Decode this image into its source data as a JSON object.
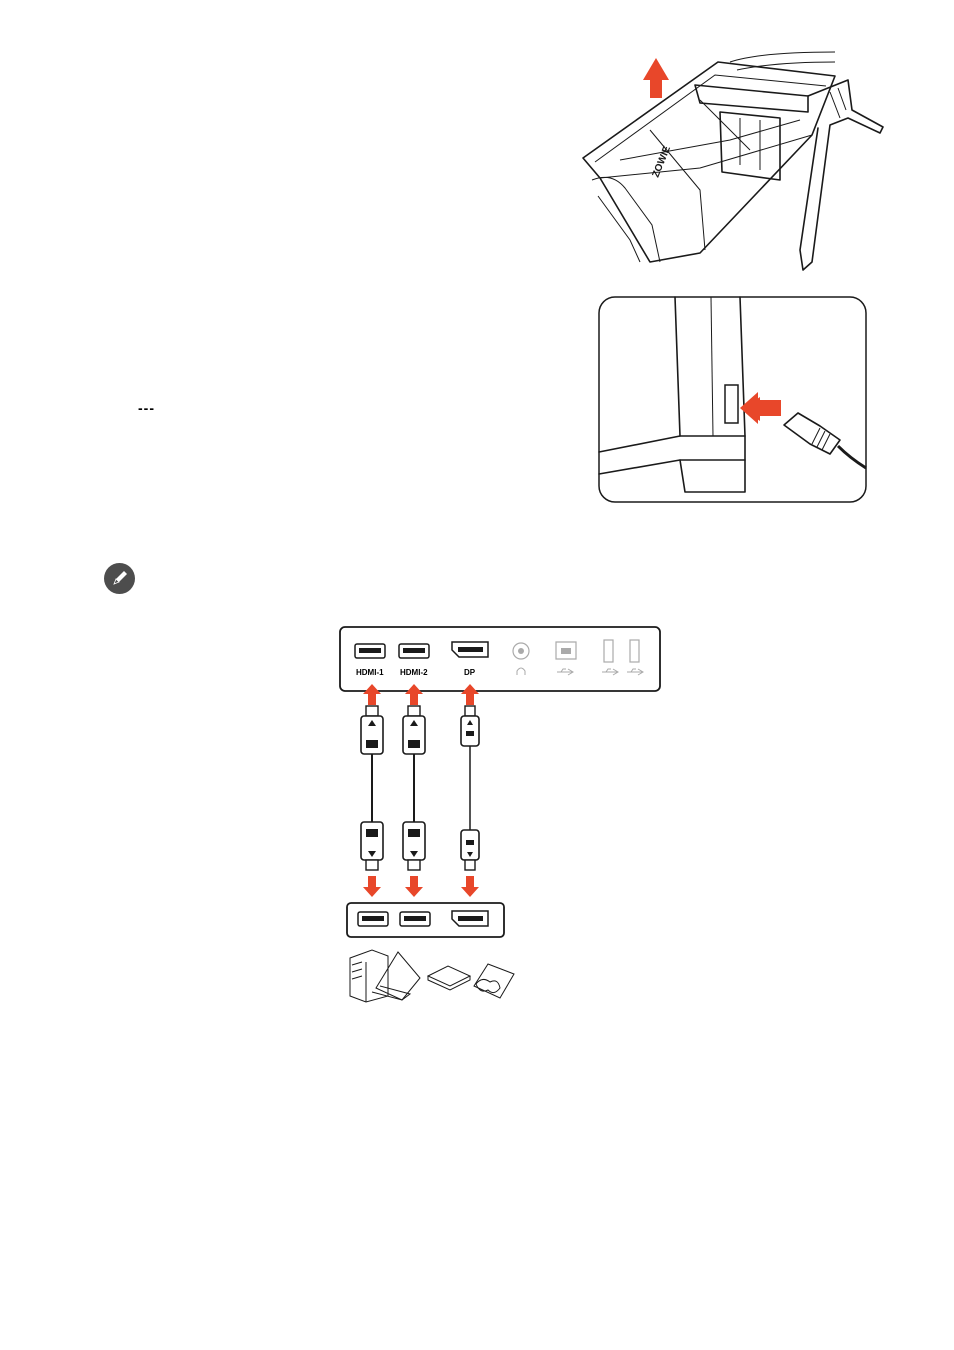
{
  "power_symbol": "---",
  "monitor_logo": "ZOWIE",
  "ports": {
    "hdmi1": "HDMI-1",
    "hdmi2": "HDMI-2",
    "dp": "DP"
  },
  "icons": {
    "note": "pencil-icon",
    "headphone": "headphone-icon",
    "usb": "usb-icon",
    "arrow": "arrow-icon",
    "power_plug": "power-plug-icon"
  },
  "colors": {
    "accent_arrow": "#e8472a",
    "note_badge": "#4d4d4d"
  }
}
